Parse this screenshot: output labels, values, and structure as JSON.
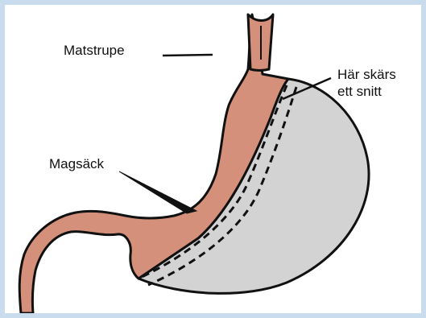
{
  "labels": {
    "esophagus": "Matstrupe",
    "stomach": "Magsäck",
    "cut_line_1": "Här skärs",
    "cut_line_2": "ett snitt"
  },
  "colors": {
    "frame": "#c9dcee",
    "tissue": "#d4907b",
    "removed_part": "#d3d3d3",
    "outline": "#111111"
  }
}
